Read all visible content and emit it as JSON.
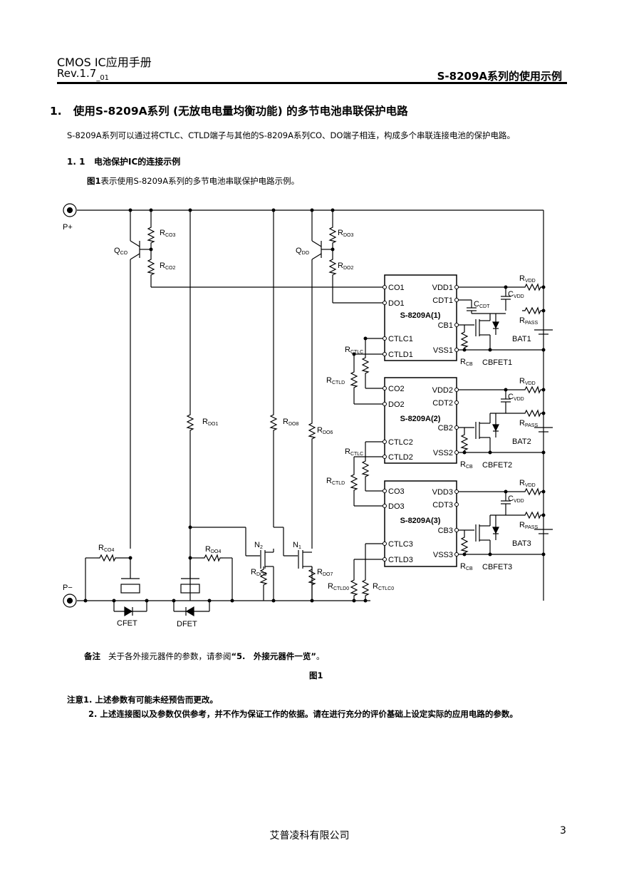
{
  "header": {
    "doc_type": "CMOS  IC应用手册",
    "rev": "Rev.1.7",
    "rev_suffix": "_01",
    "section": "S-8209A系列的使用示例"
  },
  "section": {
    "number": "1.",
    "title": "使用S-8209A系列 (无放电电量均衡功能) 的多节电池串联保护电路",
    "intro": "S-8209A系列可以通过将CTLC、CTLD端子与其他的S-8209A系列CO、DO端子相连，构成多个串联连接电池的保护电路。",
    "subsection_number": "1. 1",
    "subsection_title": "电池保护IC的连接示例",
    "figure_intro_ref": "图1",
    "figure_intro_text": "表示使用S-8209A系列的多节电池串联保护电路示例。"
  },
  "figure": {
    "caption": "图1",
    "terminals": {
      "p_plus": "P+",
      "p_minus": "P−"
    },
    "ics": [
      {
        "name": "S-8209A(1)",
        "pins_left": [
          "CO1",
          "DO1",
          "CTLC1",
          "CTLD1"
        ],
        "pins_right": [
          "VDD1",
          "CDT1",
          "CB1",
          "VSS1"
        ],
        "cbfet": "CBFET1",
        "bat": "BAT1"
      },
      {
        "name": "S-8209A(2)",
        "pins_left": [
          "CO2",
          "DO2",
          "CTLC2",
          "CTLD2"
        ],
        "pins_right": [
          "VDD2",
          "CDT2",
          "CB2",
          "VSS2"
        ],
        "cbfet": "CBFET2",
        "bat": "BAT2"
      },
      {
        "name": "S-8209A(3)",
        "pins_left": [
          "CO3",
          "DO3",
          "CTLC3",
          "CTLD3"
        ],
        "pins_right": [
          "VDD3",
          "CDT3",
          "CB3",
          "VSS3"
        ],
        "cbfet": "CBFET3",
        "bat": "BAT3"
      }
    ],
    "fets": {
      "cfet": "CFET",
      "dfet": "DFET"
    },
    "resistor_labels": {
      "r": "R",
      "vdd": "VDD",
      "pass": "PASS",
      "cb": "CB",
      "ctlc": "CTLC",
      "ctld": "CTLD",
      "co3": "CO3",
      "co2": "CO2",
      "co4": "CO4",
      "do3": "DO3",
      "do2": "DO2",
      "do1": "DO1",
      "do8": "DO8",
      "do6": "DO6",
      "do4": "DO4",
      "do9": "DO9",
      "do7": "DO7",
      "ctld0": "CTLD0",
      "ctlc0": "CTLC0"
    },
    "cap_labels": {
      "c": "C",
      "vdd": "VDD",
      "cdt": "CDT"
    },
    "transistor_labels": {
      "q": "Q",
      "co": "CO",
      "do": "DO",
      "n": "N",
      "n2_sub": "2",
      "n1_sub": "1"
    }
  },
  "notes": {
    "remark_label": "备注",
    "remark_text": "关于各外接元器件的参数，请参阅",
    "remark_ref": "“5.　外接元器件一览”",
    "remark_end": "。",
    "caution_label": "注意",
    "caution_items": [
      "1.  上述参数有可能未经预告而更改。",
      "2.  上述连接图以及参数仅供参考，并不作为保证工作的依据。请在进行充分的评价基础上设定实际的应用电路的参数。"
    ]
  },
  "footer": {
    "company": "艾普凌科有限公司",
    "page": "3"
  }
}
